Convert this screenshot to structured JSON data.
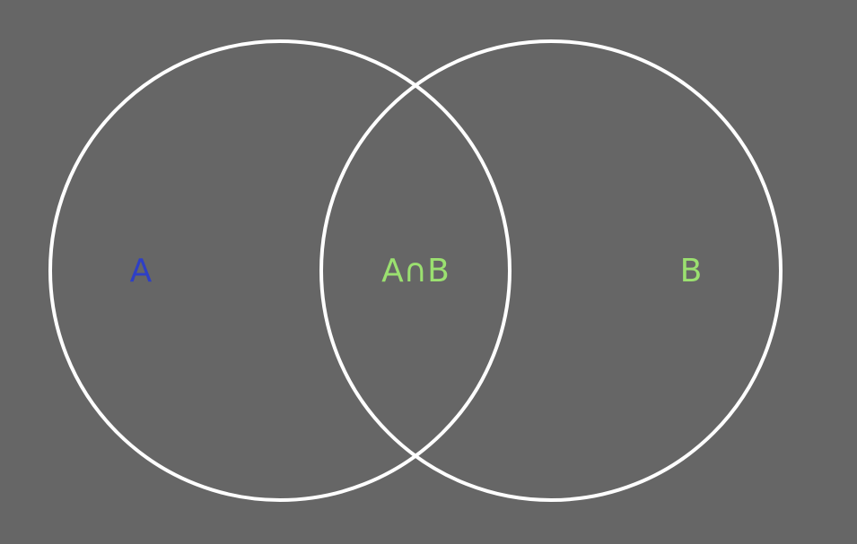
{
  "diagram": {
    "type": "venn",
    "sets": [
      {
        "label": "A"
      },
      {
        "label": "B"
      }
    ],
    "intersection": {
      "label": "A∩B"
    }
  },
  "colors": {
    "background": "#666666",
    "circle_stroke": "#ffffff",
    "label_a": "#2e3fc6",
    "label_b": "#9be070",
    "label_intersection": "#9be070"
  }
}
